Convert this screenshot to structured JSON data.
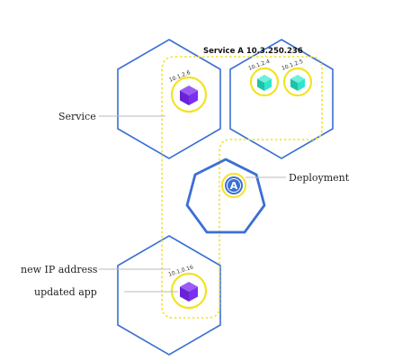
{
  "service_title": "Service A 10.3.250.236",
  "labels": {
    "service": "Service",
    "deployment": "Deployment",
    "new_ip": "new IP address",
    "updated_app": "updated app"
  },
  "pods": {
    "top_left_ip": "10.1.2.6",
    "top_right_ip_1": "10.1.2.4",
    "top_right_ip_2": "10.1.2.5",
    "bottom_ip": "10.1.0.16"
  },
  "deployment_badge": "A",
  "colors": {
    "node_stroke": "#3b6fd4",
    "service_dash": "#f2e324",
    "pod_ring": "#f2e324",
    "pod_purple": "#7b2ff0",
    "pod_teal": "#2ee6c9",
    "deployment_blue": "#3b6fd4"
  }
}
